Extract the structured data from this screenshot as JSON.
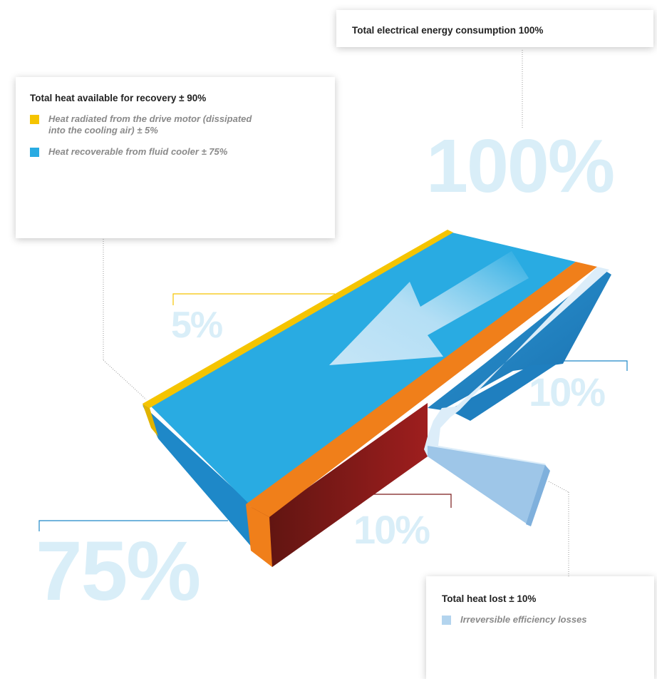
{
  "top_card": {
    "title": "Total electrical energy consumption 100%"
  },
  "left_card": {
    "title": "Total heat available for recovery ± 90%",
    "items": [
      {
        "text": "Heat radiated from the drive motor (dissipated into the cooling air) ± 5%",
        "color": "#f5c400"
      },
      {
        "text": "Heat recoverable from fluid cooler ± 75%",
        "color": "#29abe2"
      }
    ]
  },
  "bottom_card": {
    "title": "Total heat lost ± 10%",
    "items": [
      {
        "text": "Irreversible efficiency losses",
        "color": "#b3d4ee"
      }
    ]
  },
  "percentages": {
    "total": "100%",
    "motor": "5%",
    "cooler": "75%",
    "losses": "10%",
    "orange_band": "10%"
  },
  "colors": {
    "blue_top": "#29abe2",
    "blue_side": "#1e88c8",
    "yellow_band": "#f5c400",
    "orange_band": "#f07f1a",
    "dark_red_side": "#7a1a1a",
    "loss_channel": "#b3d4ee",
    "big_number": "#d9eef8"
  }
}
